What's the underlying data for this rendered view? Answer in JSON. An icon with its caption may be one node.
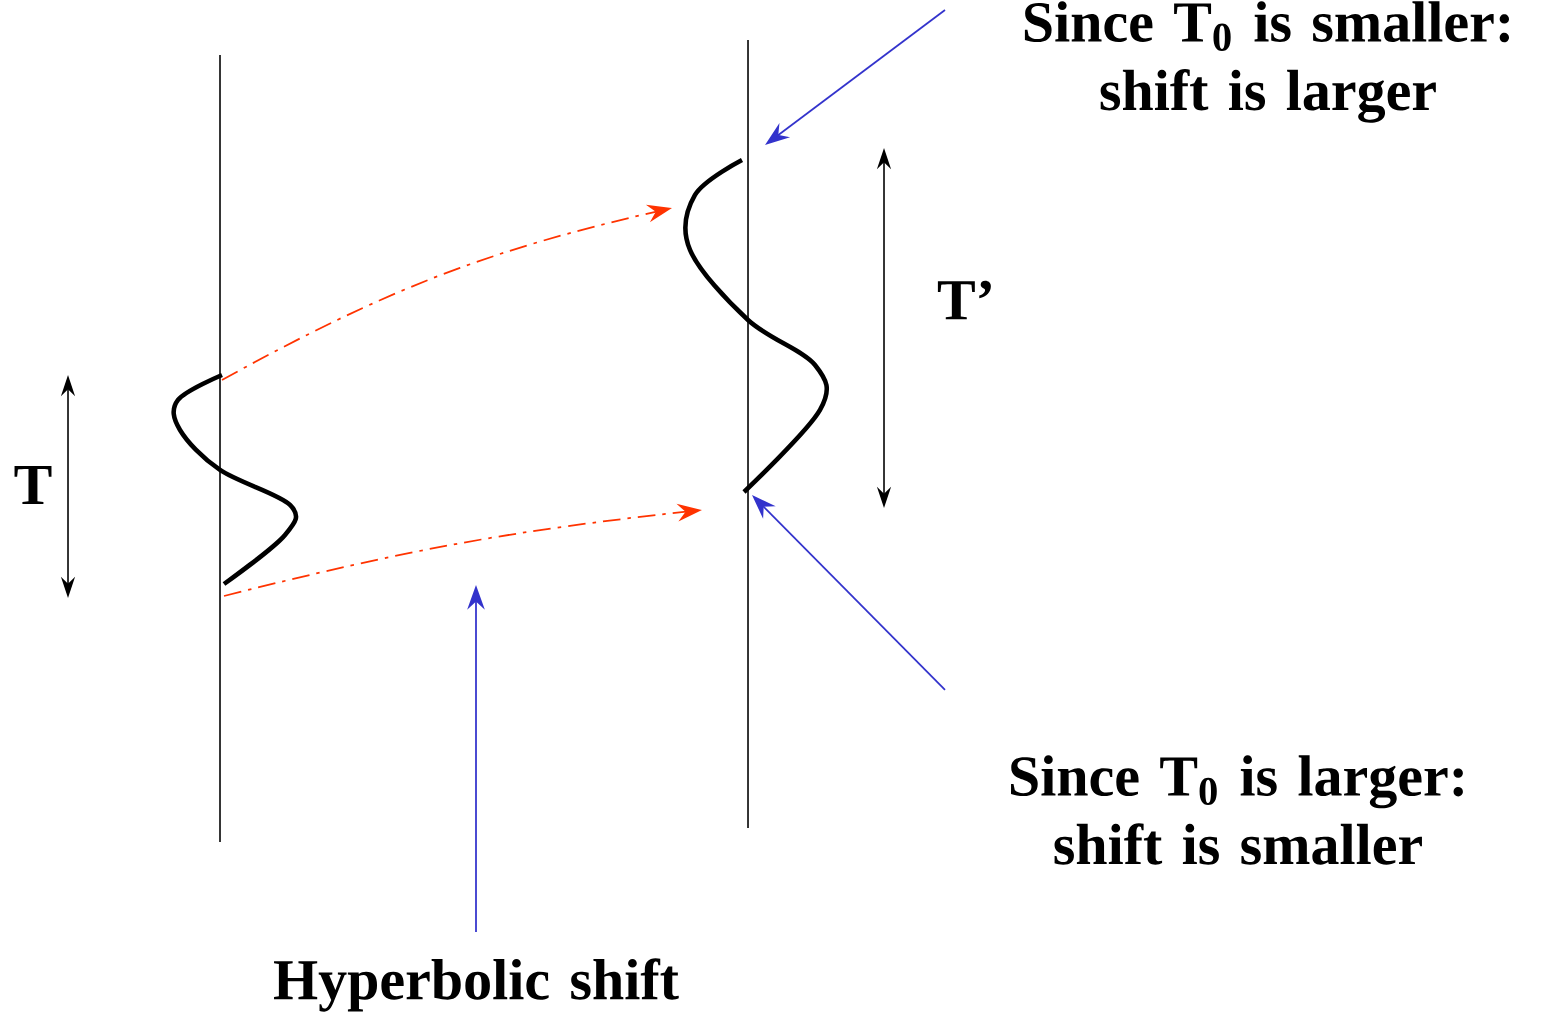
{
  "diagram": {
    "nodes": [
      {
        "text": [
          "Since T$_{0}$ is smaller: shift is larger"
        ]
      },
      {
        "text": [
          "Since T$_{0}$ is larger: shift is smaller"
        ]
      },
      {
        "text": [
          "Hyperbolic shift"
        ]
      },
      {
        "text": [],
        "shape": "picture"
      },
      {
        "text": [],
        "shape": "picture"
      }
    ],
    "edges": [
      {
        "from": 3,
        "to": 4,
        "arrow": "to",
        "style": "dashed",
        "color": "#ff3300"
      },
      {
        "from": 3,
        "to": 4,
        "arrow": "to",
        "style": "dashed",
        "color": "#ff3300"
      },
      {
        "from": 0,
        "to": 4,
        "arrow": "to",
        "color": "#3333cc"
      },
      {
        "from": 1,
        "to": 4,
        "arrow": "to",
        "color": "#3333cc"
      },
      {
        "from": 2,
        "to": null,
        "arrow": "to",
        "color": "#3333cc"
      }
    ],
    "labels": [
      "T",
      "T’"
    ]
  }
}
